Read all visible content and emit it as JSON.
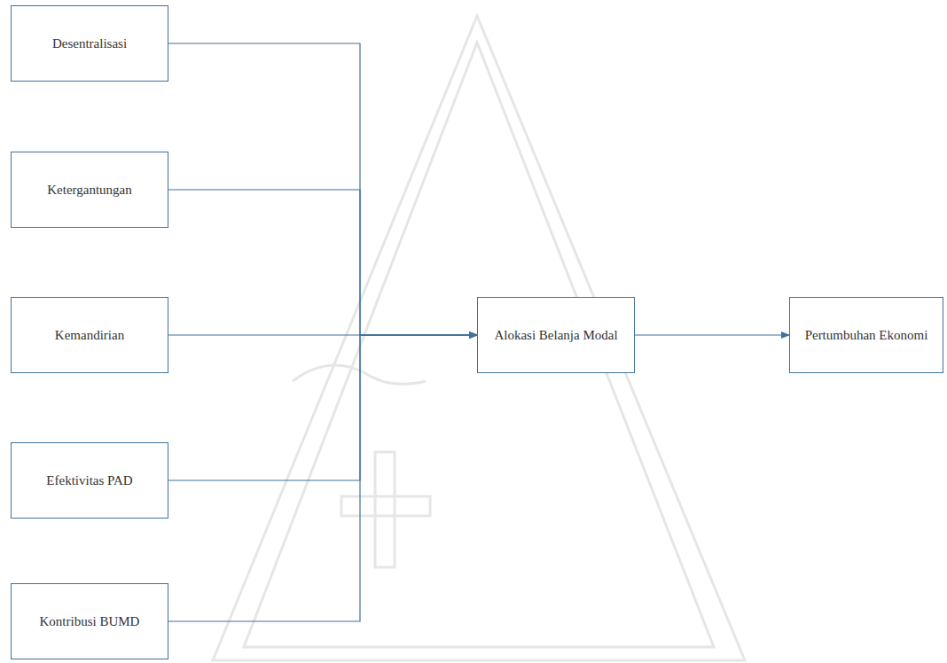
{
  "diagram": {
    "nodes": [
      {
        "text": [
          "Desentralisasi"
        ]
      },
      {
        "text": [
          "Ketergantungan"
        ]
      },
      {
        "text": [
          "Kemandirian"
        ]
      },
      {
        "text": [
          "Efektivitas PAD"
        ]
      },
      {
        "text": [
          "Kontribusi BUMD"
        ]
      },
      {
        "text": [
          "Alokasi Belanja Modal"
        ]
      },
      {
        "text": [
          "Pertumbuhan Ekonomi"
        ]
      }
    ],
    "edges": [
      {
        "from": 0,
        "to": 5,
        "arrow": "to"
      },
      {
        "from": 1,
        "to": 5,
        "arrow": "to"
      },
      {
        "from": 2,
        "to": 5,
        "arrow": "to"
      },
      {
        "from": 3,
        "to": 5,
        "arrow": "to"
      },
      {
        "from": 4,
        "to": 5,
        "arrow": "to"
      },
      {
        "from": 5,
        "to": 6,
        "arrow": "to"
      }
    ]
  }
}
